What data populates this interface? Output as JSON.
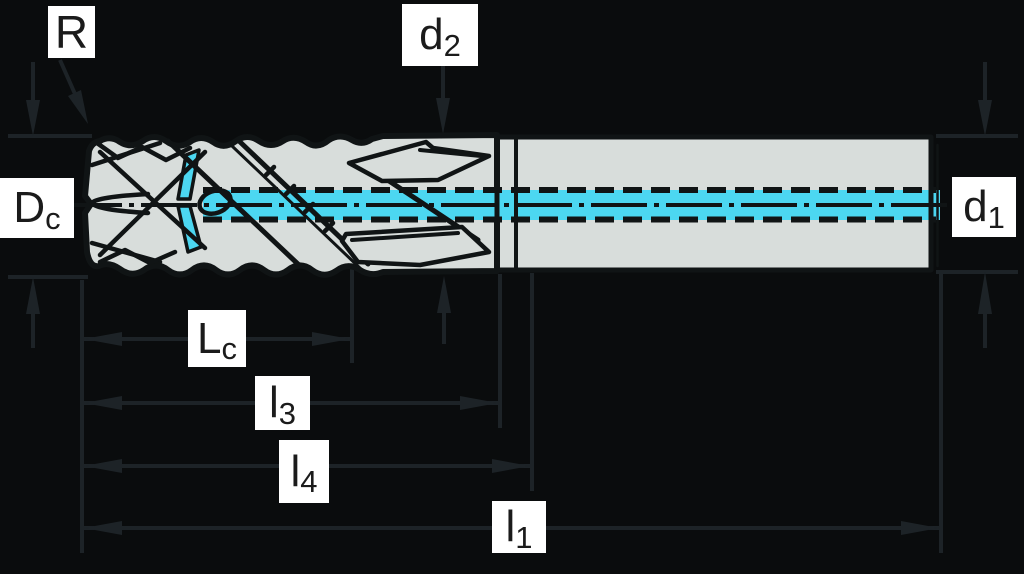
{
  "figure": {
    "kind": "tool-dimension-drawing",
    "tool": "roughing-end-mill-side-view"
  },
  "labels": {
    "corner_radius": {
      "base": "R",
      "sub": ""
    },
    "neck_diameter": {
      "base": "d",
      "sub": "2"
    },
    "cutting_diameter": {
      "base": "D",
      "sub": "c"
    },
    "shank_diameter": {
      "base": "d",
      "sub": "1"
    },
    "cutting_length": {
      "base": "L",
      "sub": "c"
    },
    "length_l3": {
      "base": "l",
      "sub": "3"
    },
    "length_l4": {
      "base": "l",
      "sub": "4"
    },
    "overall_length": {
      "base": "l",
      "sub": "1"
    }
  },
  "colors": {
    "background": "#0a0c0d",
    "steel_body": "#d8dddb",
    "outline_ink": "#101415",
    "highlight_cyan": "#4cd7f1",
    "dimension_gray": "#1d2327",
    "label_background": "#ffffff",
    "label_text": "#1b1b1b"
  }
}
